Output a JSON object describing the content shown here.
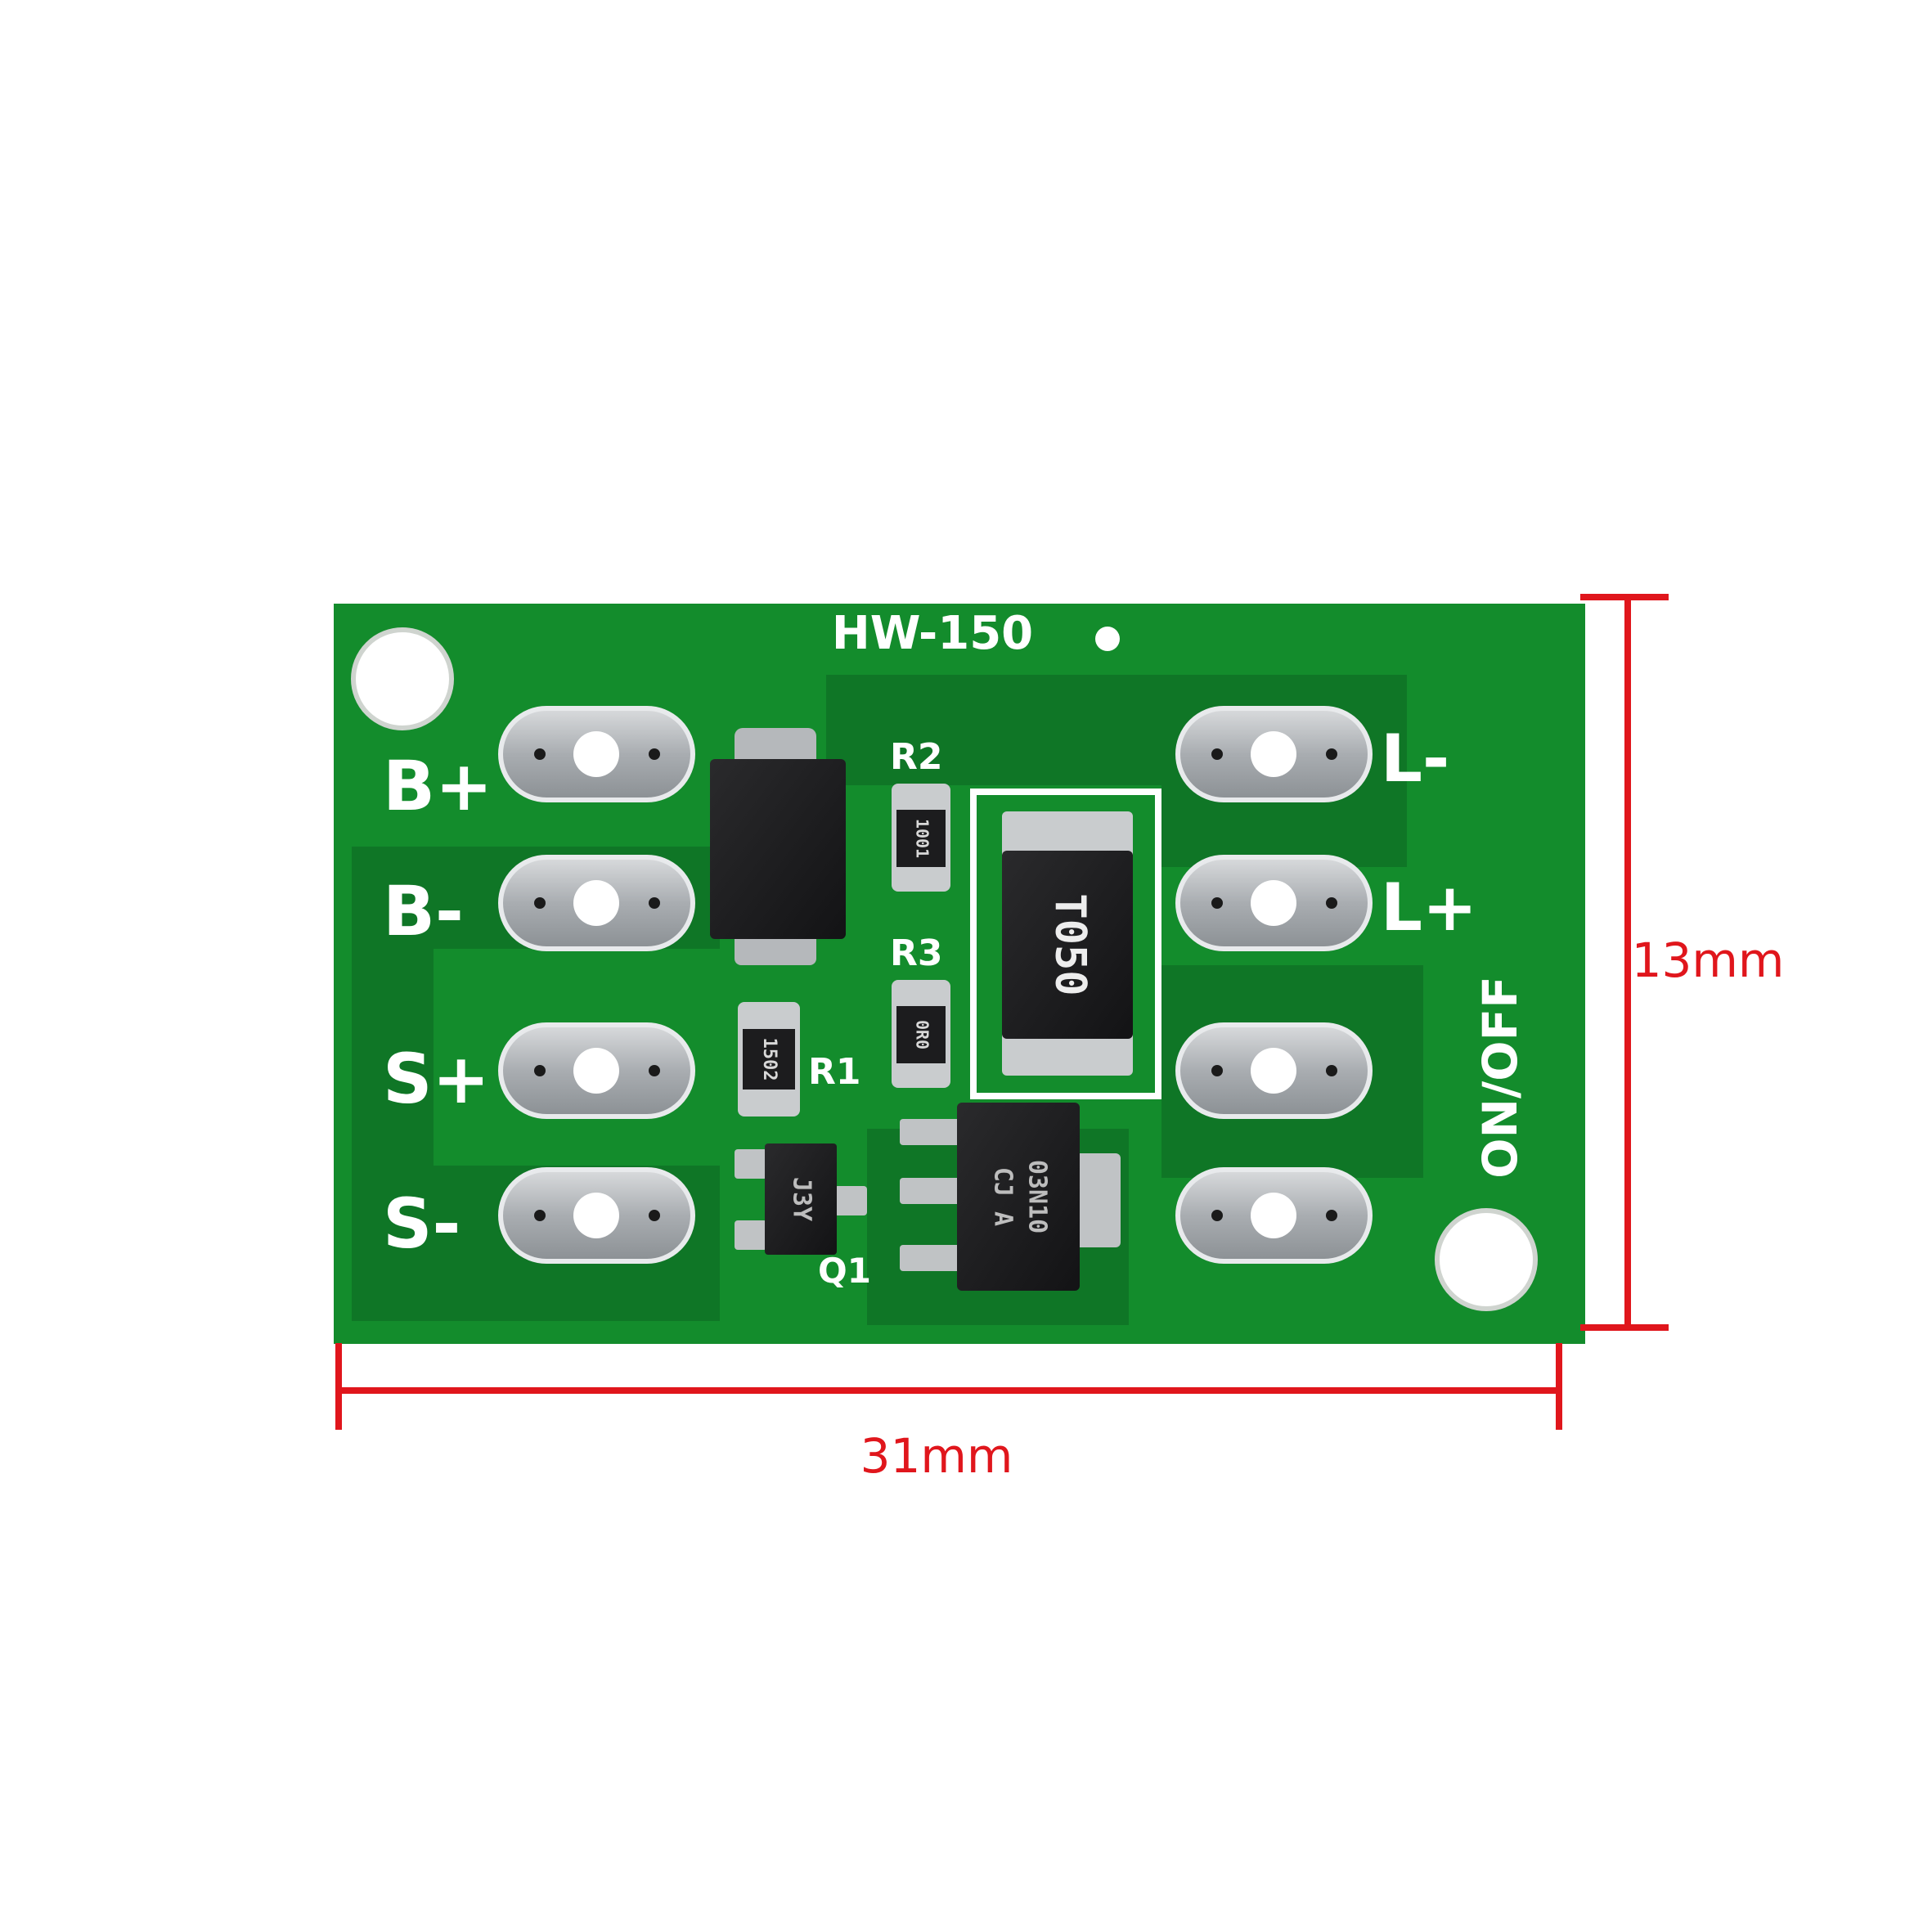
{
  "board": {
    "model": "HW-150",
    "pads_left": [
      "B+",
      "B-",
      "S+",
      "S-"
    ],
    "pads_right": [
      "L-",
      "L+"
    ],
    "switch_label": "ON/OFF",
    "designators": {
      "r1": "R1",
      "r2": "R2",
      "r3": "R3",
      "q1": "Q1"
    },
    "component_markings": {
      "r1": "1502",
      "r2": "1001",
      "r3": "0R0",
      "shunt": "T050",
      "small_transistor": "J3Y",
      "mosfet_line1": "CJ A",
      "mosfet_line2": "03N10"
    }
  },
  "dimensions": {
    "height": "13mm",
    "width": "31mm"
  },
  "colors": {
    "pcb": "#138c2c",
    "pcb_dark": "#0d5f1f",
    "silkscreen": "#ffffff",
    "pad": "#b9bcbf",
    "dimension": "#e0161c"
  }
}
